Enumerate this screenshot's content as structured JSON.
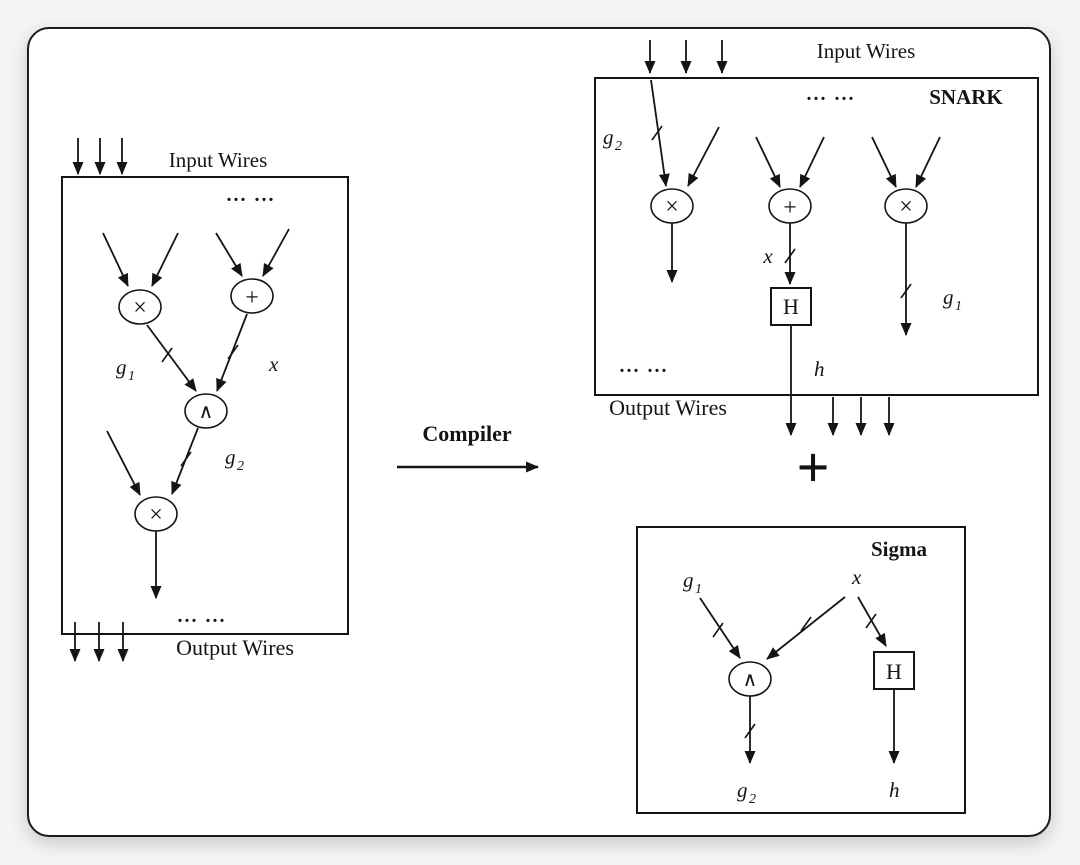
{
  "colors": {
    "ink": "#141414",
    "card_bg": "#ffffff",
    "page_bg": "#f4f4f4"
  },
  "left_circuit": {
    "input_wires": "Input Wires",
    "output_wires": "Output Wires",
    "dots_top": "... ...",
    "dots_bottom": "... ...",
    "gate_mul_top": "×",
    "gate_add": "+",
    "gate_and": "∧",
    "gate_mul_bottom": "×",
    "label_g1_base": "g",
    "label_g1_sub": "1",
    "label_x": "x",
    "label_g2_base": "g",
    "label_g2_sub": "2"
  },
  "compiler": {
    "label": "Compiler"
  },
  "snark": {
    "title": "SNARK",
    "input_wires": "Input Wires",
    "output_wires": "Output Wires",
    "dots_top": "... ...",
    "dots_bottom": "... ...",
    "gate_mul_left": "×",
    "gate_add": "+",
    "gate_mul_right": "×",
    "hash_box": "H",
    "label_g2_base": "g",
    "label_g2_sub": "2",
    "label_x": "x",
    "label_g1_base": "g",
    "label_g1_sub": "1",
    "label_h": "h"
  },
  "plus": {
    "symbol": "+"
  },
  "sigma": {
    "title": "Sigma",
    "gate_and": "∧",
    "hash_box": "H",
    "label_g1_base": "g",
    "label_g1_sub": "1",
    "label_x": "x",
    "label_g2_base": "g",
    "label_g2_sub": "2",
    "label_h": "h"
  }
}
